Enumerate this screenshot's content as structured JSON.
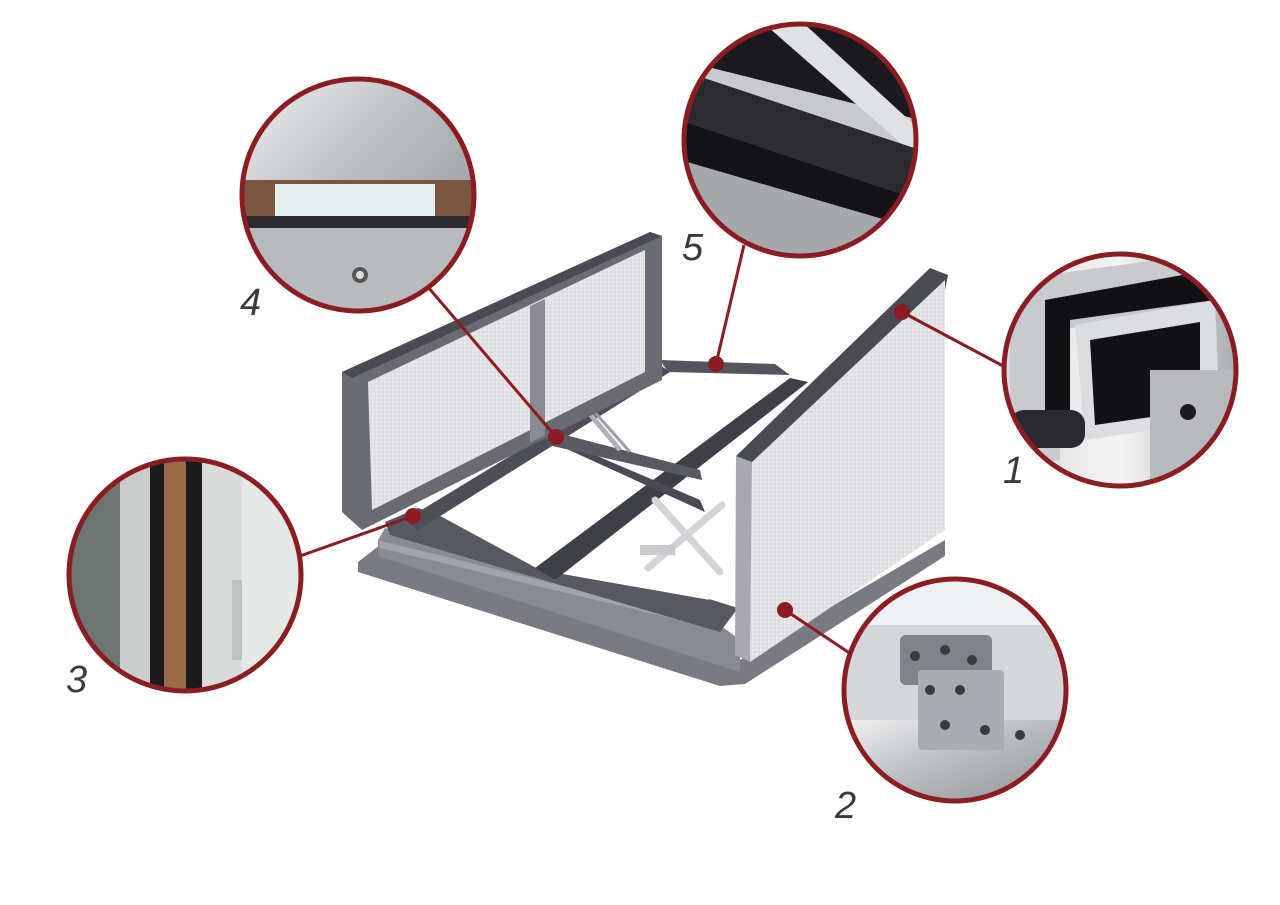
{
  "diagram": {
    "accent_color": "#8b1c24",
    "frame_color": "#6f6f78",
    "panel_color": "#e6e6e8",
    "callouts": [
      {
        "number": "1",
        "icon": "corner-gasket-detail"
      },
      {
        "number": "2",
        "icon": "hinge-plate-detail"
      },
      {
        "number": "3",
        "icon": "side-seal-detail"
      },
      {
        "number": "4",
        "icon": "insulated-panel-edge-detail"
      },
      {
        "number": "5",
        "icon": "rubber-seal-detail"
      }
    ]
  }
}
